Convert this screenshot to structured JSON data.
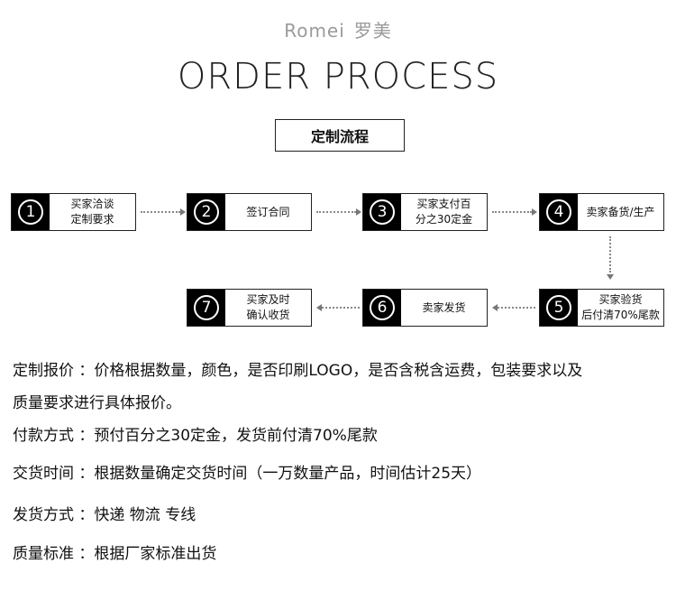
{
  "brand": {
    "en": "Romei",
    "cn": "罗美"
  },
  "title": "ORDER PROCESS",
  "subtitle": "定制流程",
  "steps": [
    {
      "num": "1",
      "text": "买家洽谈\n定制要求"
    },
    {
      "num": "2",
      "text": "签订合同"
    },
    {
      "num": "3",
      "text": "买家支付百\n分之30定金"
    },
    {
      "num": "4",
      "text": "卖家备货/生产"
    },
    {
      "num": "5",
      "text": "买家验货\n后付清70%尾款"
    },
    {
      "num": "6",
      "text": "卖家发货"
    },
    {
      "num": "7",
      "text": "买家及时\n确认收货"
    }
  ],
  "info": {
    "line1": "定制报价 ：价格根据数量，颜色，是否印刷LOGO，是否含税含运费，包装要求以及",
    "line1b": "质量要求进行具体报价。",
    "line2": "付款方式 ：预付百分之30定金，发货前付清70%尾款",
    "line3": "交货时间 ：根据数量确定交货时间（一万数量产品，时间估计25天）",
    "line4": "发货方式 ：快递   物流   专线",
    "line5": "质量标准 ：根据厂家标准出货"
  }
}
